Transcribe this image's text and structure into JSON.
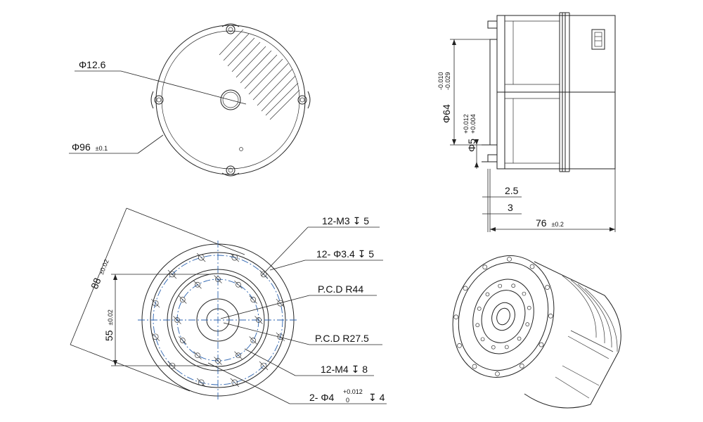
{
  "top_view": {
    "bore_label": "Φ12.6",
    "outer_label": "Φ96",
    "outer_tol": "±0.1"
  },
  "side_view": {
    "spigot_label": "Φ64",
    "spigot_tol_upper": "-0.010",
    "spigot_tol_lower": "-0.029",
    "pin_label": "Φ5",
    "pin_tol_upper": "+0.012",
    "pin_tol_lower": "+0.004",
    "dim_2_5": "2.5",
    "dim_3": "3",
    "length_label": "76",
    "length_tol": "±0.2"
  },
  "front_view": {
    "outer_dim": "88",
    "outer_dim_tol": "±0.02",
    "inner_dim": "55",
    "inner_dim_tol": "±0.02",
    "callout_m3": "12-M3",
    "callout_m3_depth": "5",
    "callout_hole": "12- Φ3.4",
    "callout_hole_depth": "5",
    "pcd_r44": "P.C.D R44",
    "pcd_r27": "P.C.D R27.5",
    "callout_m4": "12-M4",
    "callout_m4_depth": "8",
    "callout_pin": "2- Φ4",
    "callout_pin_tol_upper": "+0.012",
    "callout_pin_tol_lower": "0",
    "callout_pin_depth": "4"
  },
  "symbols": {
    "depth_symbol": "↧"
  }
}
